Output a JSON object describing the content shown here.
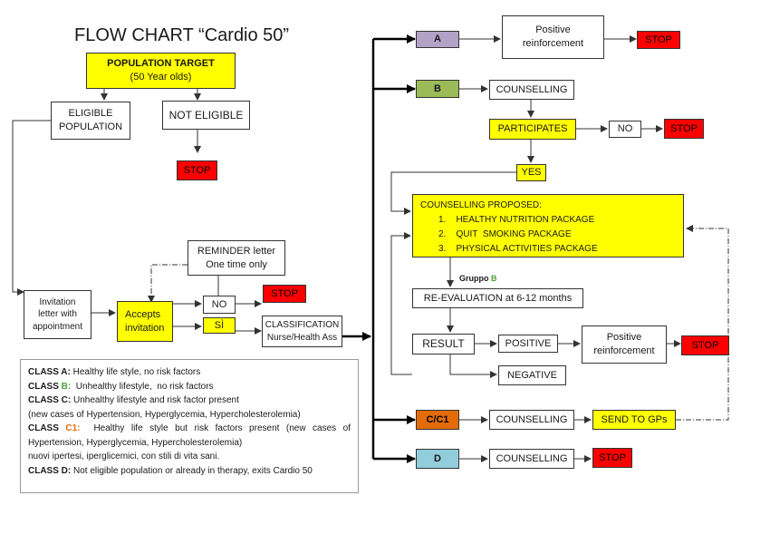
{
  "title": "FLOW CHART “Cardio 50”",
  "colors": {
    "yellow": "#ffff00",
    "stop_red": "#ff0000",
    "class_a": "#b3a2c7",
    "class_b": "#9bbb59",
    "class_c": "#e36c09",
    "class_d": "#92cddc",
    "green_text": "#4f9f3f",
    "orange_text": "#e36c09"
  },
  "nodes": {
    "population_target": "POPULATION TARGET",
    "population_sub": "(50 Year olds)",
    "eligible": "ELIGIBLE\nPOPULATION",
    "not_eligible": "NOT ELIGIBLE",
    "stop": "STOP",
    "invitation": "Invitation\nletter with\nappointment",
    "reminder": "REMINDER letter\nOne time only",
    "accepts": "Accepts\ninvitation",
    "no": "NO",
    "si": "SÌ",
    "classification": "CLASSIFICATION\nNurse/Health Ass",
    "a": "A",
    "b": "B",
    "c": "C/C1",
    "d": "D",
    "positive_reinforcement": "Positive\nreinforcement",
    "counselling": "COUNSELLING",
    "participates": "PARTICIPATES",
    "yes": "YES",
    "reevaluation": "RE-EVALUATION at 6-12 months",
    "result": "RESULT",
    "positive": "POSITIVE",
    "negative": "NEGATIVE",
    "send_gps": "SEND TO GPs",
    "gruppo": "Gruppo ",
    "gruppo_b": "B"
  },
  "counselling_proposed": {
    "heading": "COUNSELLING PROPOSED:",
    "items": [
      "1.    HEALTHY NUTRITION PACKAGE",
      "2.    QUIT  SMOKING PACKAGE",
      "3.    PHYSICAL ACTIVITIES PACKAGE"
    ]
  },
  "legend": {
    "a_key": "CLASS A:",
    "a_text": " Healthy life style, no risk factors",
    "b_key": "CLASS ",
    "b_letter": "B:",
    "b_text": "  Unhealthy lifestyle,  no risk factors",
    "c_key": "CLASS C:",
    "c_text": " Unhealthy lifestyle and risk factor present",
    "c_text2": "(new cases of Hypertension, Hyperglycemia, Hypercholesterolemia)",
    "c1_key": "CLASS ",
    "c1_letter": "C1:",
    "c1_text": "  Healthy life style but risk factors present (new cases of Hypertension, Hyperglycemia, Hypercholesterolemia)",
    "it_text": "nuovi ipertesi, iperglicemici, con stili di vita sani.",
    "d_key": "CLASS D:",
    "d_text": " Not eligible population or already in therapy, exits Cardio 50"
  }
}
